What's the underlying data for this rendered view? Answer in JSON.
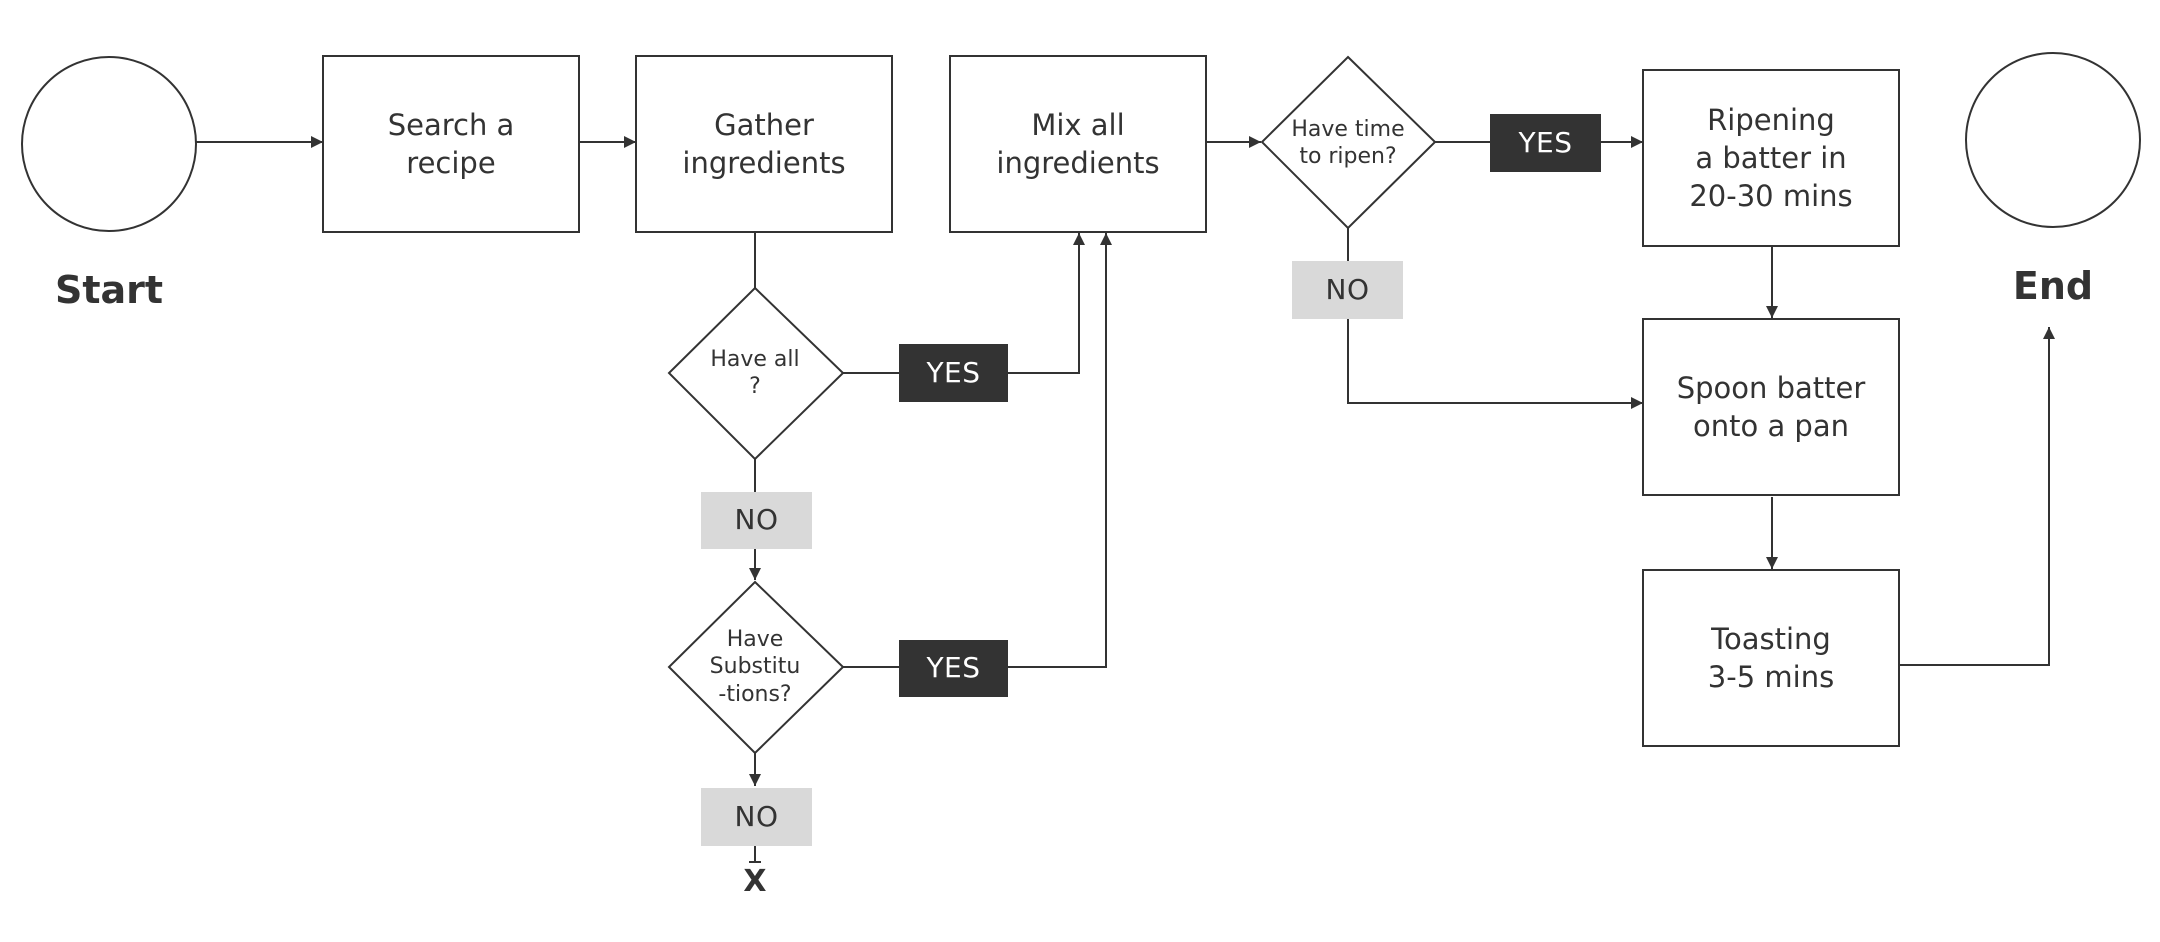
{
  "diagram": {
    "nodes": {
      "start": {
        "label": "Start"
      },
      "end": {
        "label": "End"
      },
      "search": {
        "label": "Search a\nrecipe"
      },
      "gather": {
        "label": "Gather\ningredients"
      },
      "mix": {
        "label": "Mix all\ningredients"
      },
      "ripening": {
        "label": "Ripening\na batter in\n20-30 mins"
      },
      "spoon": {
        "label": "Spoon batter\nonto a pan"
      },
      "toasting": {
        "label": "Toasting\n3-5 mins"
      },
      "have_all": {
        "label": "Have all\n?"
      },
      "have_subs": {
        "label": "Have\nSubstitu\n-tions?"
      },
      "have_time": {
        "label": "Have time\nto ripen?"
      },
      "dead_end": {
        "label": "X"
      }
    },
    "badges": {
      "yes_have_all": "YES",
      "no_have_all": "NO",
      "yes_have_subs": "YES",
      "no_have_subs": "NO",
      "yes_have_time": "YES",
      "no_have_time": "NO"
    },
    "colors": {
      "stroke": "#333333",
      "text": "#333333",
      "yes_fill": "#333333",
      "yes_text": "#ffffff",
      "no_fill": "#d9d9d9",
      "background": "#ffffff"
    }
  }
}
